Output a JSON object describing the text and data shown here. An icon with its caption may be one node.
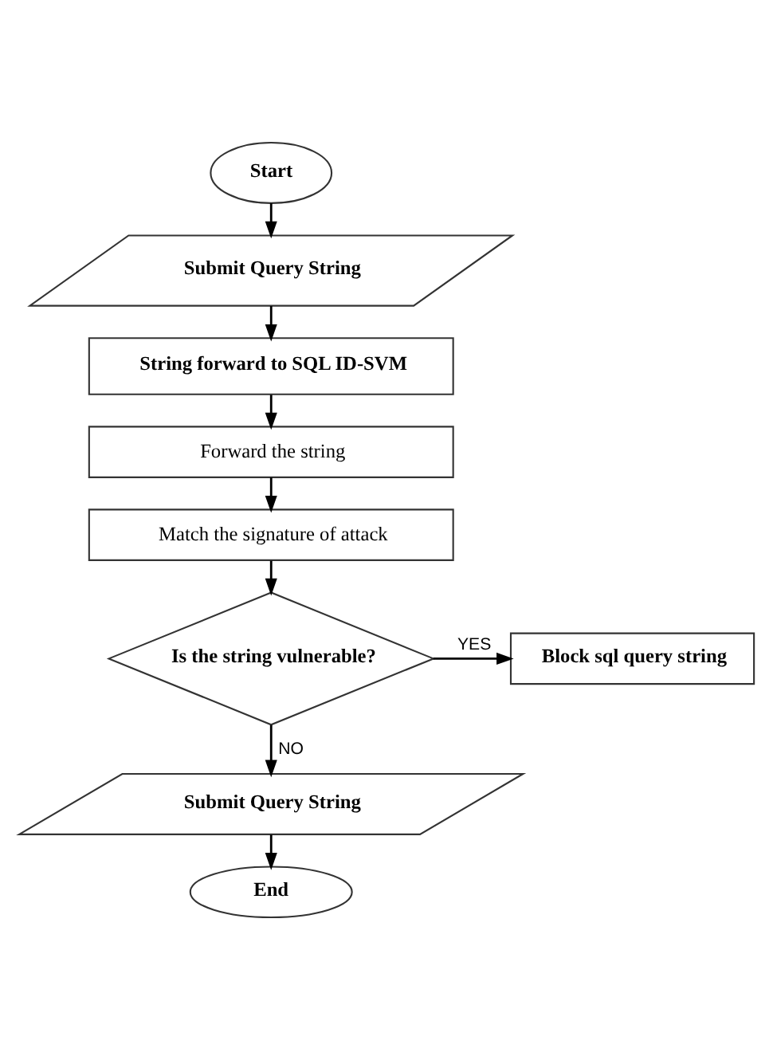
{
  "diagram": {
    "nodes": [
      {
        "text": [
          "Start"
        ]
      },
      {
        "text": [
          "Submit Query String"
        ]
      },
      {
        "text": [
          "String forward to SQL ID-SVM"
        ]
      },
      {
        "text": [
          "Forward the string"
        ]
      },
      {
        "text": [
          "Match the signature of attack"
        ]
      },
      {
        "text": [
          "Is the string vulnerable?"
        ]
      },
      {
        "text": [
          "Block sql query string"
        ]
      },
      {
        "text": [
          "Submit Query String"
        ]
      },
      {
        "text": [
          "End"
        ]
      }
    ],
    "edges": [
      {
        "from": 0,
        "to": 1,
        "arrow": "to"
      },
      {
        "from": 1,
        "to": 2,
        "arrow": "to"
      },
      {
        "from": 2,
        "to": 3,
        "arrow": "to"
      },
      {
        "from": 3,
        "to": 4,
        "arrow": "to"
      },
      {
        "from": 4,
        "to": 5,
        "arrow": "to"
      },
      {
        "from": 5,
        "to": 6,
        "arrow": "to",
        "label": "YES"
      },
      {
        "from": 5,
        "to": 7,
        "arrow": "to",
        "label": "NO"
      },
      {
        "from": 7,
        "to": 8,
        "arrow": "to"
      }
    ]
  }
}
